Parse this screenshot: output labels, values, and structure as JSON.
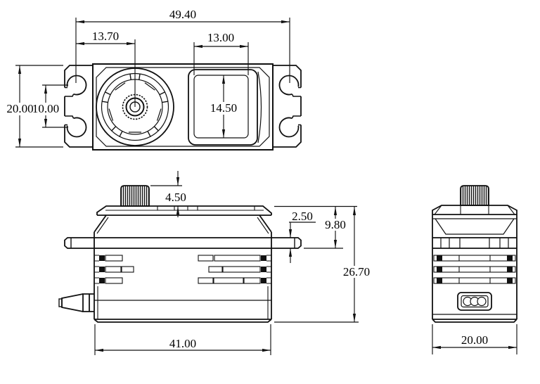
{
  "drawing": {
    "background": "#ffffff",
    "line_color": "#111111",
    "views": {
      "top": {
        "name": "top view",
        "dims": {
          "overall_width": "49.40",
          "shaft_center_offset": "13.70",
          "window_width": "13.00",
          "window_height": "14.50",
          "case_height": "20.00",
          "mount_hole_spacing": "10.00"
        }
      },
      "side": {
        "name": "side view",
        "dims": {
          "shaft_height": "4.50",
          "flange_thickness": "2.50",
          "top_to_flange_bottom": "9.80",
          "overall_height": "26.70",
          "case_length": "41.00"
        }
      },
      "end": {
        "name": "end view",
        "dims": {
          "case_width": "20.00"
        }
      }
    }
  }
}
